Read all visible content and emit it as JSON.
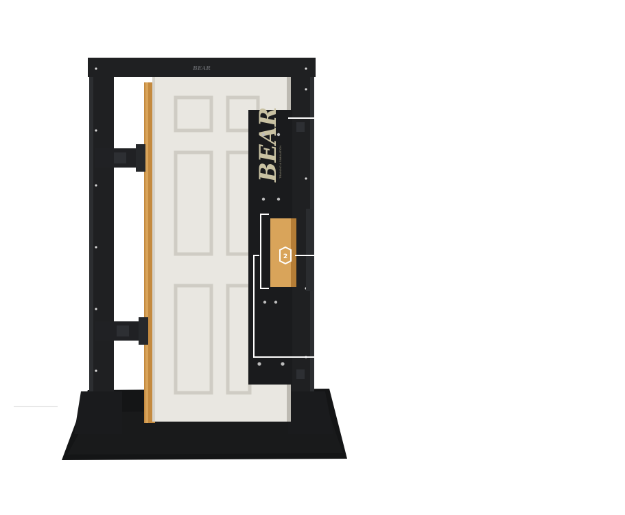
{
  "image": {
    "subject": "breaching door prop",
    "colors": {
      "frame": "#1f2022",
      "frame_highlight": "#2c2e31",
      "mat": "#141516",
      "door": "#e9e7e1",
      "door_panel_shadow": "#cfccc4",
      "wood": "#c48a3f",
      "wood_light": "#d9a45a",
      "plate": "#1a1b1d",
      "brand": "#c9c2a3",
      "callout": "#ffffff"
    }
  },
  "frame": {
    "header_imprint": "BEAR"
  },
  "plate": {
    "brand": "BEAR",
    "subtext": "TRAINING & SIMULATION"
  },
  "callouts": [
    {
      "label": "2"
    }
  ]
}
